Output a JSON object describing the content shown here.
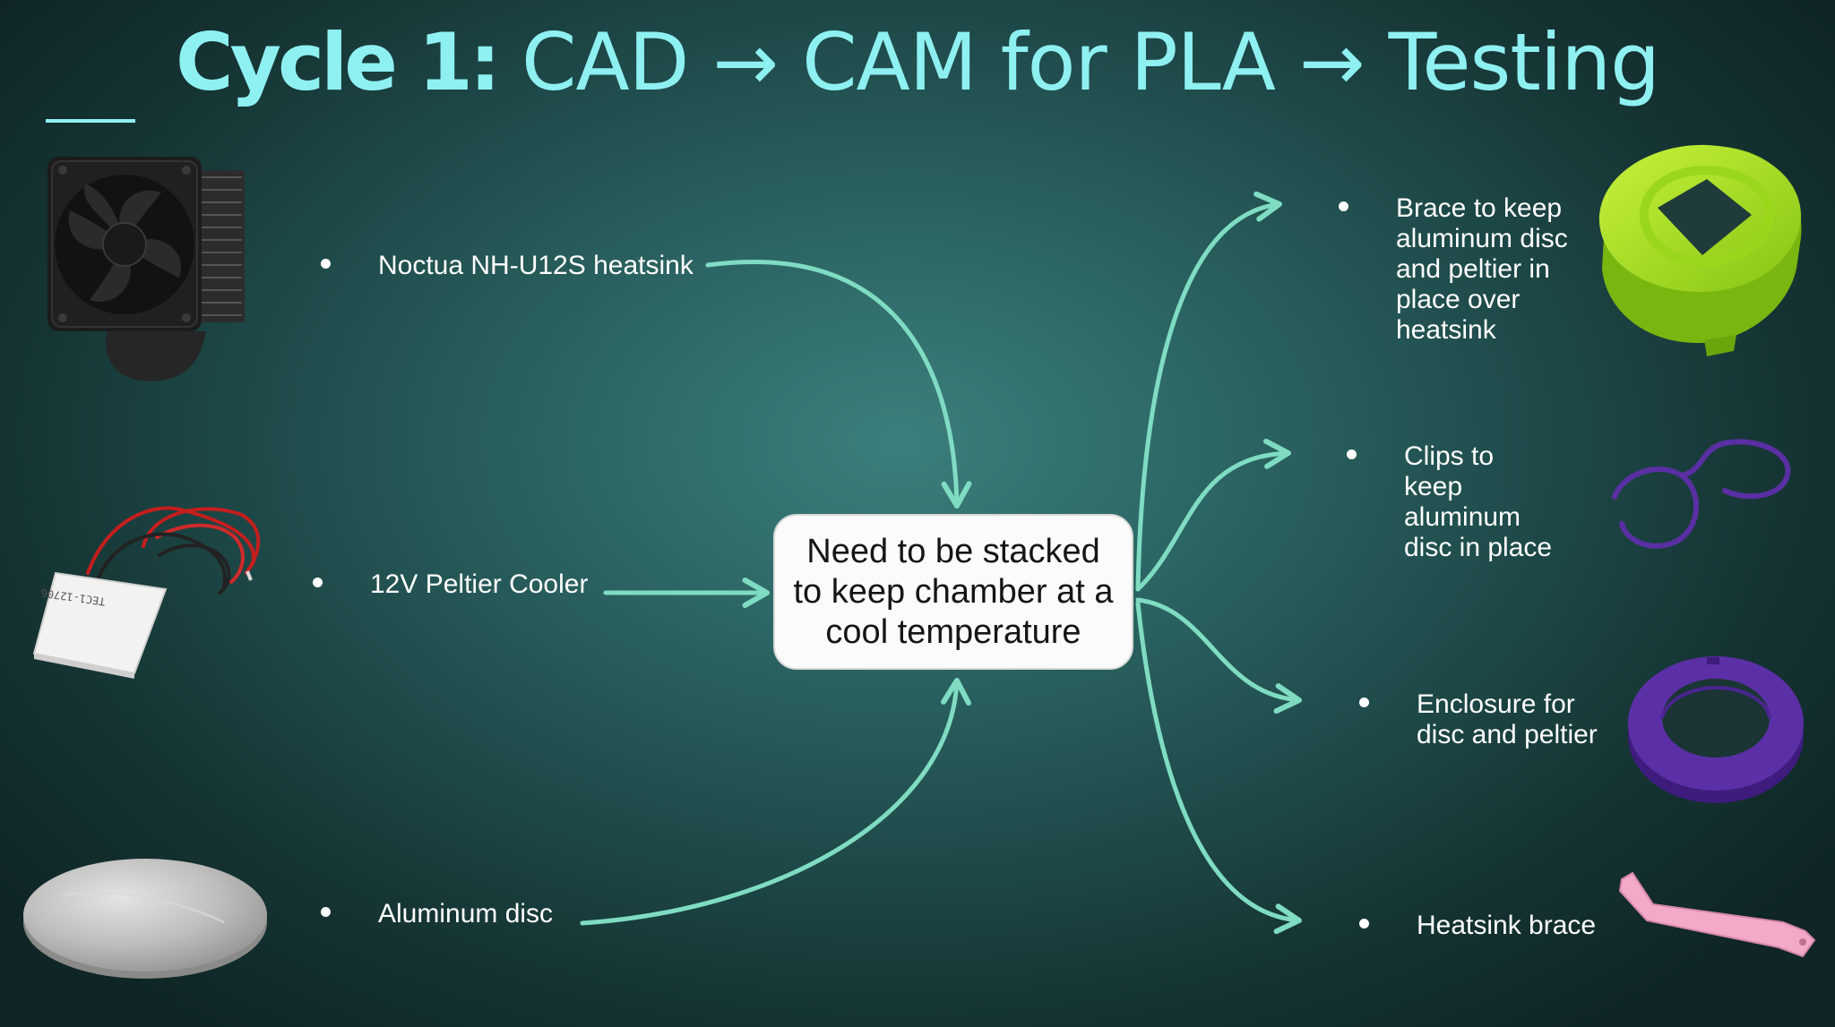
{
  "title": {
    "cycle": "Cycle 1:",
    "rest": " CAD → CAM for PLA → Testing"
  },
  "center": {
    "text": "Need to be stacked to keep chamber at a cool temperature"
  },
  "inputs": [
    {
      "label": "Noctua NH-U12S heatsink",
      "image": "cpu-cooler-heatsink-with-fan"
    },
    {
      "label": "12V Peltier Cooler",
      "image": "peltier-module-with-wires"
    },
    {
      "label": "Aluminum disc",
      "image": "aluminum-disc"
    }
  ],
  "outputs": [
    {
      "label": "Brace to keep aluminum disc and peltier in place over heatsink",
      "image": "green-printed-brace"
    },
    {
      "label": "Clips to keep aluminum disc in place",
      "image": "purple-clips"
    },
    {
      "label": "Enclosure for disc and peltier",
      "image": "purple-ring-enclosure"
    },
    {
      "label": "Heatsink brace",
      "image": "pink-heatsink-brace"
    }
  ],
  "peltier_marking": "TEC1-12706",
  "colors": {
    "title": "#8ff0f2",
    "arrow": "#7fdcc3",
    "green_part": "#a6e22a",
    "purple_part": "#5b2fa6",
    "pink_part": "#f3a9c8"
  }
}
